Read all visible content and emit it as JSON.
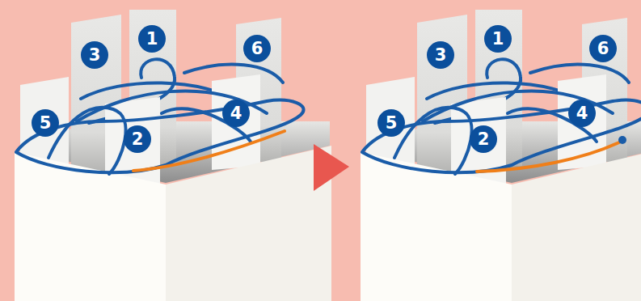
{
  "diagram": {
    "labels": [
      "3",
      "1",
      "6",
      "5",
      "2",
      "4",
      "3",
      "1",
      "6",
      "5",
      "2",
      "4"
    ]
  }
}
